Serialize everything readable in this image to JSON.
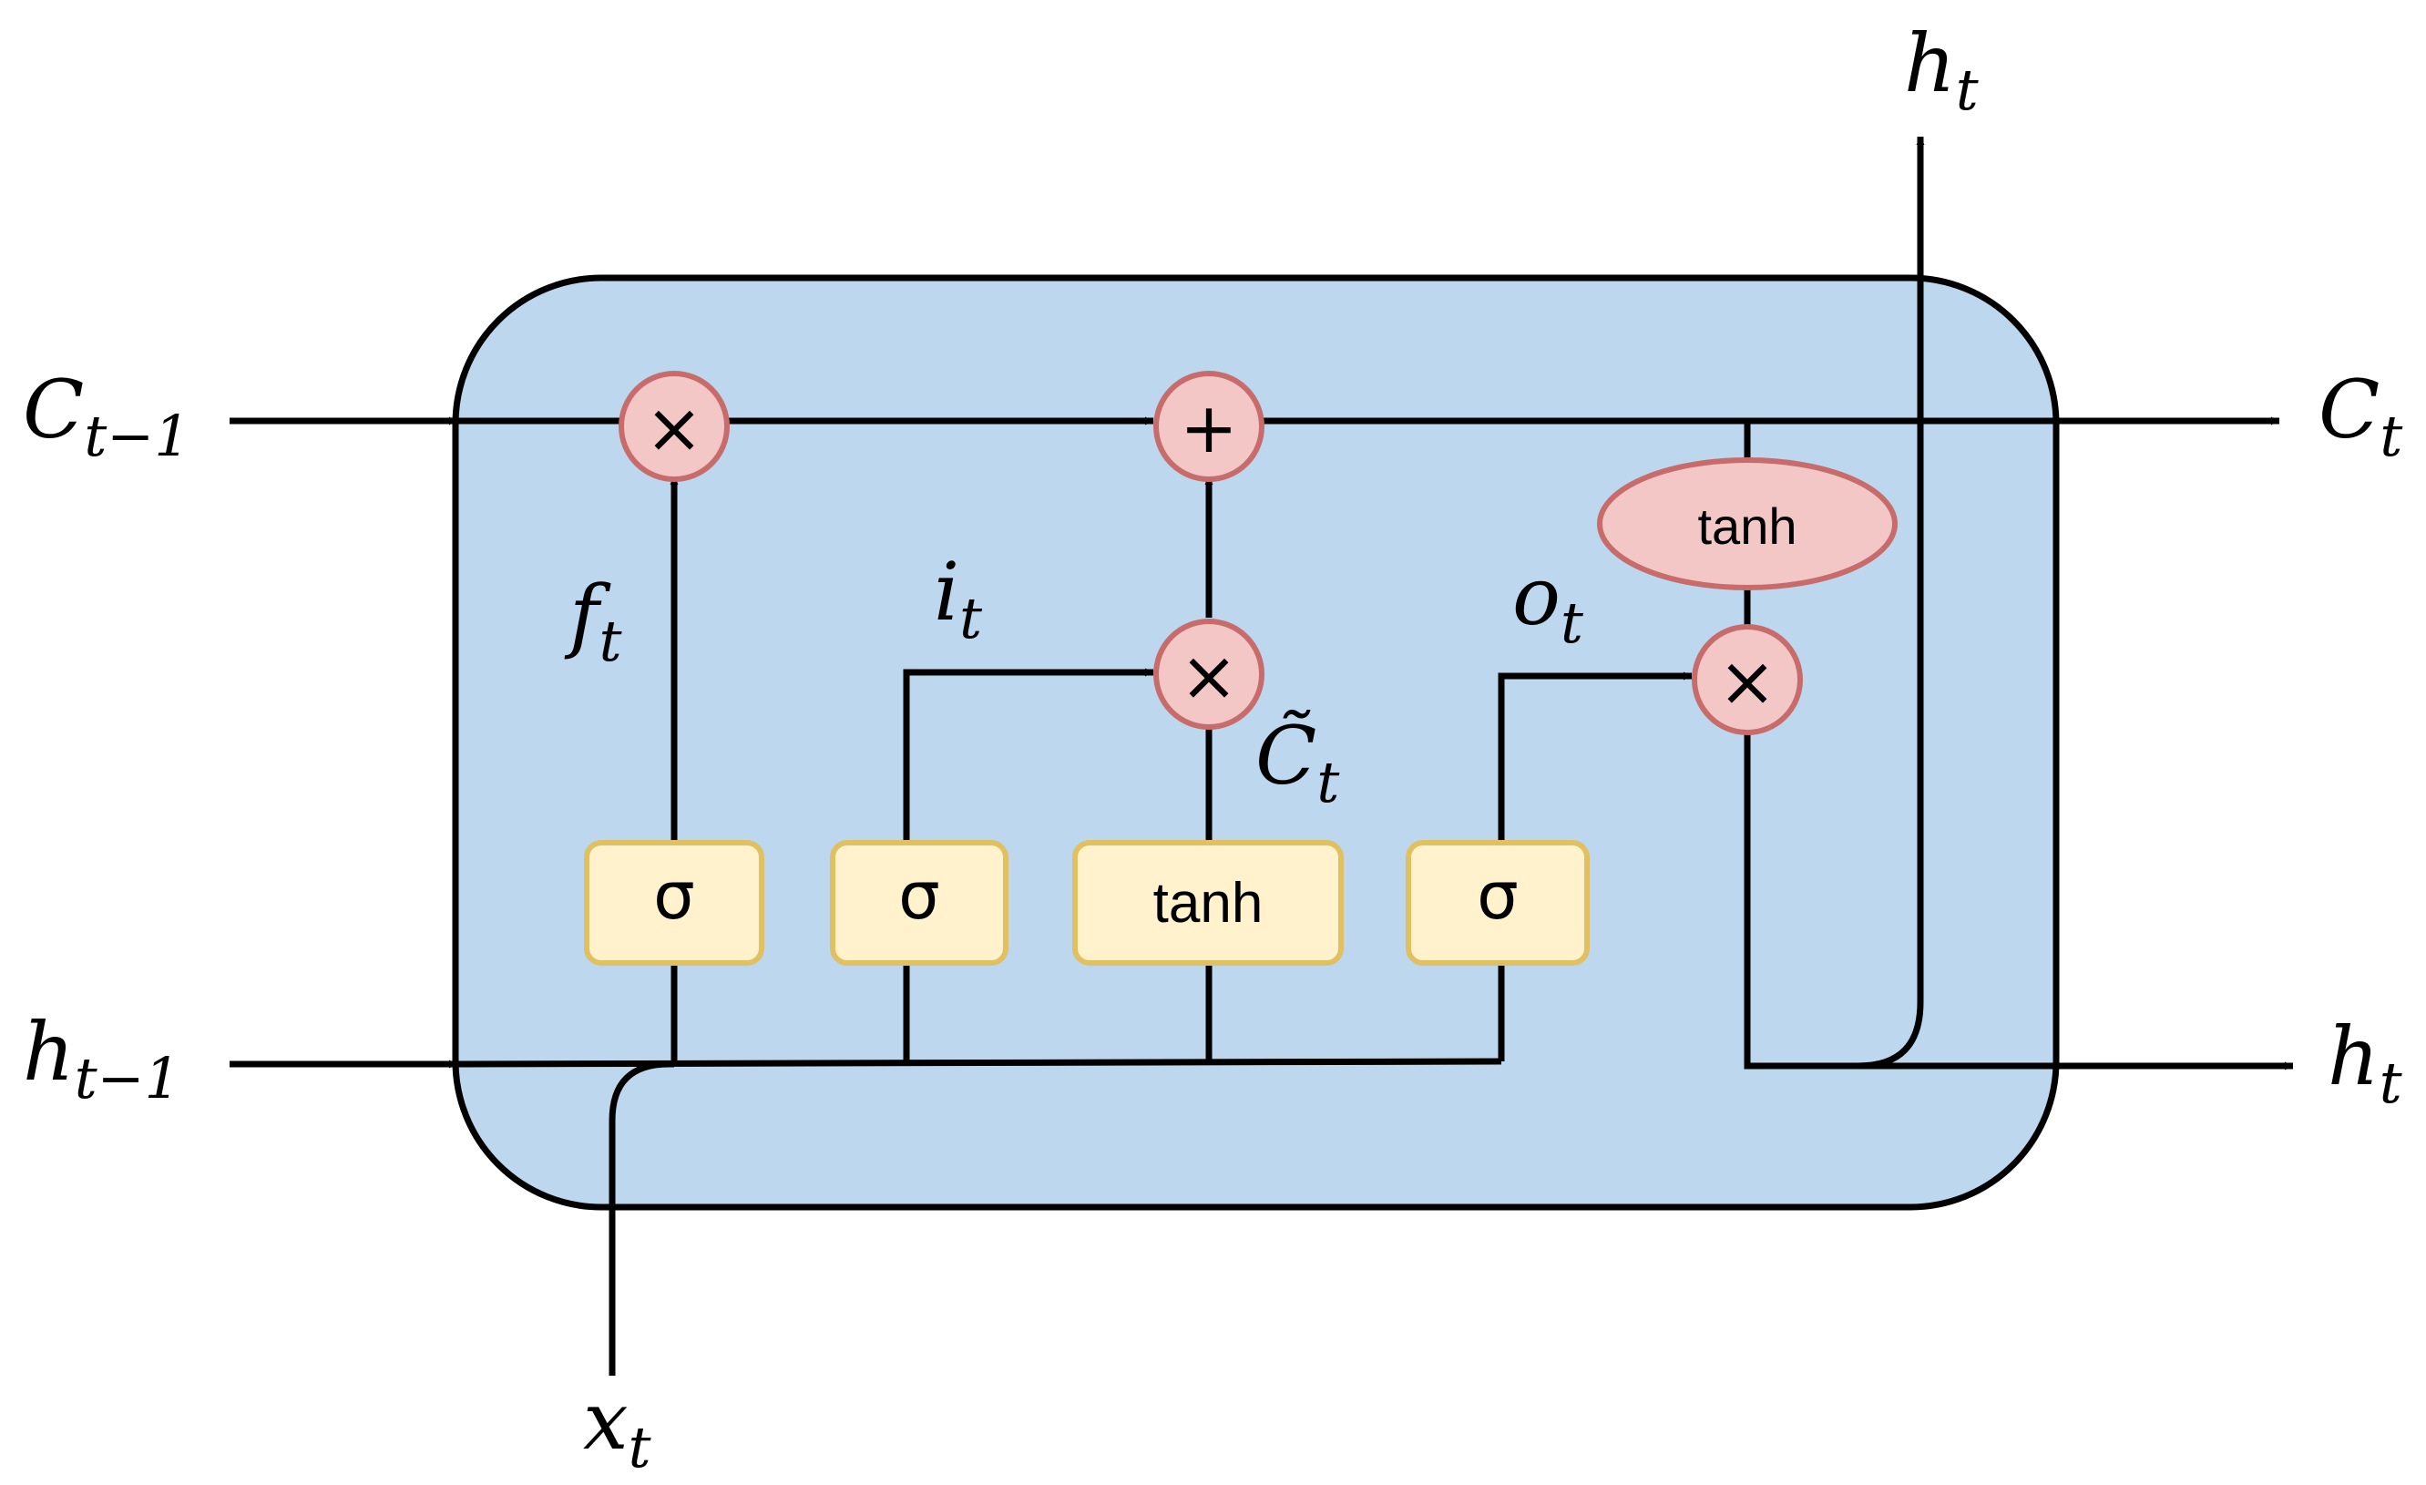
{
  "labels": {
    "c_prev": {
      "base": "C",
      "sub": "t−1"
    },
    "h_prev": {
      "base": "h",
      "sub": "t−1"
    },
    "c_out": {
      "base": "C",
      "sub": "t"
    },
    "h_out_right": {
      "base": "h",
      "sub": "t"
    },
    "h_out_top": {
      "base": "h",
      "sub": "t"
    },
    "x_in": {
      "base": "x",
      "sub": "t"
    },
    "forget": {
      "base": "f",
      "sub": "t"
    },
    "input": {
      "base": "i",
      "sub": "t"
    },
    "output": {
      "base": "o",
      "sub": "t"
    },
    "candidate": {
      "base": "C̃",
      "sub": "t"
    }
  },
  "gates": {
    "forget_sigma": "σ",
    "input_sigma": "σ",
    "candidate_tanh": "tanh",
    "output_sigma": "σ"
  },
  "ops": {
    "forget_multiply": "×",
    "cell_add": "+",
    "input_multiply": "×",
    "output_multiply": "×",
    "cell_tanh": "tanh"
  },
  "colors": {
    "cell_fill": "#bdd7ee",
    "gate_fill": "#fff2cc",
    "gate_border": "#e0c060",
    "op_fill": "#f4c7c7",
    "op_border": "#c86b6b"
  }
}
